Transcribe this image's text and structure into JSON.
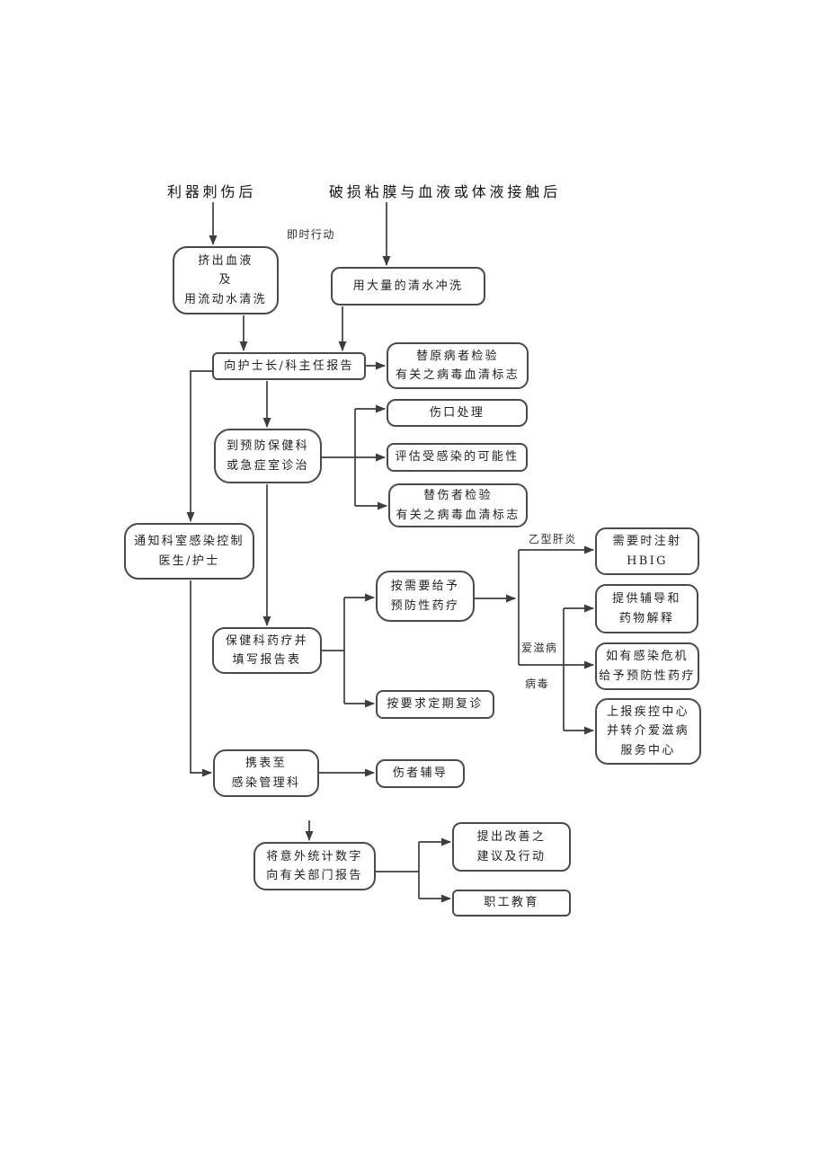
{
  "colors": {
    "background": "#ffffff",
    "box_border": "#4a4a4a",
    "line": "#3d3d3d",
    "text": "#1f1f1f"
  },
  "start_labels": {
    "sharp_injury": "利器刺伤后",
    "mucosa_contact": "破损粘膜与血液或体液接触后",
    "immediate_action": "即时行动"
  },
  "branch_labels": {
    "hepatitis_b": "乙型肝炎",
    "aids": "爱滋病",
    "virus": "病毒"
  },
  "nodes": {
    "squeeze": {
      "lines": [
        "挤出血液",
        "及",
        "用流动水清洗"
      ]
    },
    "rinse": {
      "lines": [
        "用大量的清水冲洗"
      ]
    },
    "report": {
      "lines": [
        "向护士长/科主任报告"
      ]
    },
    "test_patient": {
      "lines": [
        "替原病者检验",
        "有关之病毒血清标志"
      ]
    },
    "clinic": {
      "lines": [
        "到预防保健科",
        "或急症室诊治"
      ]
    },
    "wound": {
      "lines": [
        "伤口处理"
      ]
    },
    "assess": {
      "lines": [
        "评估受感染的可能性"
      ]
    },
    "test_injured": {
      "lines": [
        "替伤者检验",
        "有关之病毒血清标志"
      ]
    },
    "notify": {
      "lines": [
        "通知科室感染控制",
        "医生/护士"
      ]
    },
    "give_meds": {
      "lines": [
        "按需要给予",
        "预防性药疗"
      ]
    },
    "healthcare": {
      "lines": [
        "保健科药疗并",
        "填写报告表"
      ]
    },
    "hbig": {
      "lines": [
        "需要时注射",
        "HBIG"
      ]
    },
    "counsel_explain": {
      "lines": [
        "提供辅导和",
        "药物解释"
      ]
    },
    "infection_risk": {
      "lines": [
        "如有感染危机",
        "给予预防性药疗"
      ]
    },
    "report_cdc": {
      "lines": [
        "上报疾控中心",
        "并转介爱滋病",
        "服务中心"
      ]
    },
    "followup": {
      "lines": [
        "按要求定期复诊"
      ]
    },
    "carry_form": {
      "lines": [
        "携表至",
        "感染管理科"
      ]
    },
    "injured_counsel": {
      "lines": [
        "伤者辅导"
      ]
    },
    "report_stats": {
      "lines": [
        "将意外统计数字",
        "向有关部门报告"
      ]
    },
    "improve": {
      "lines": [
        "提出改善之",
        "建议及行动"
      ]
    },
    "education": {
      "lines": [
        "职工教育"
      ]
    }
  }
}
